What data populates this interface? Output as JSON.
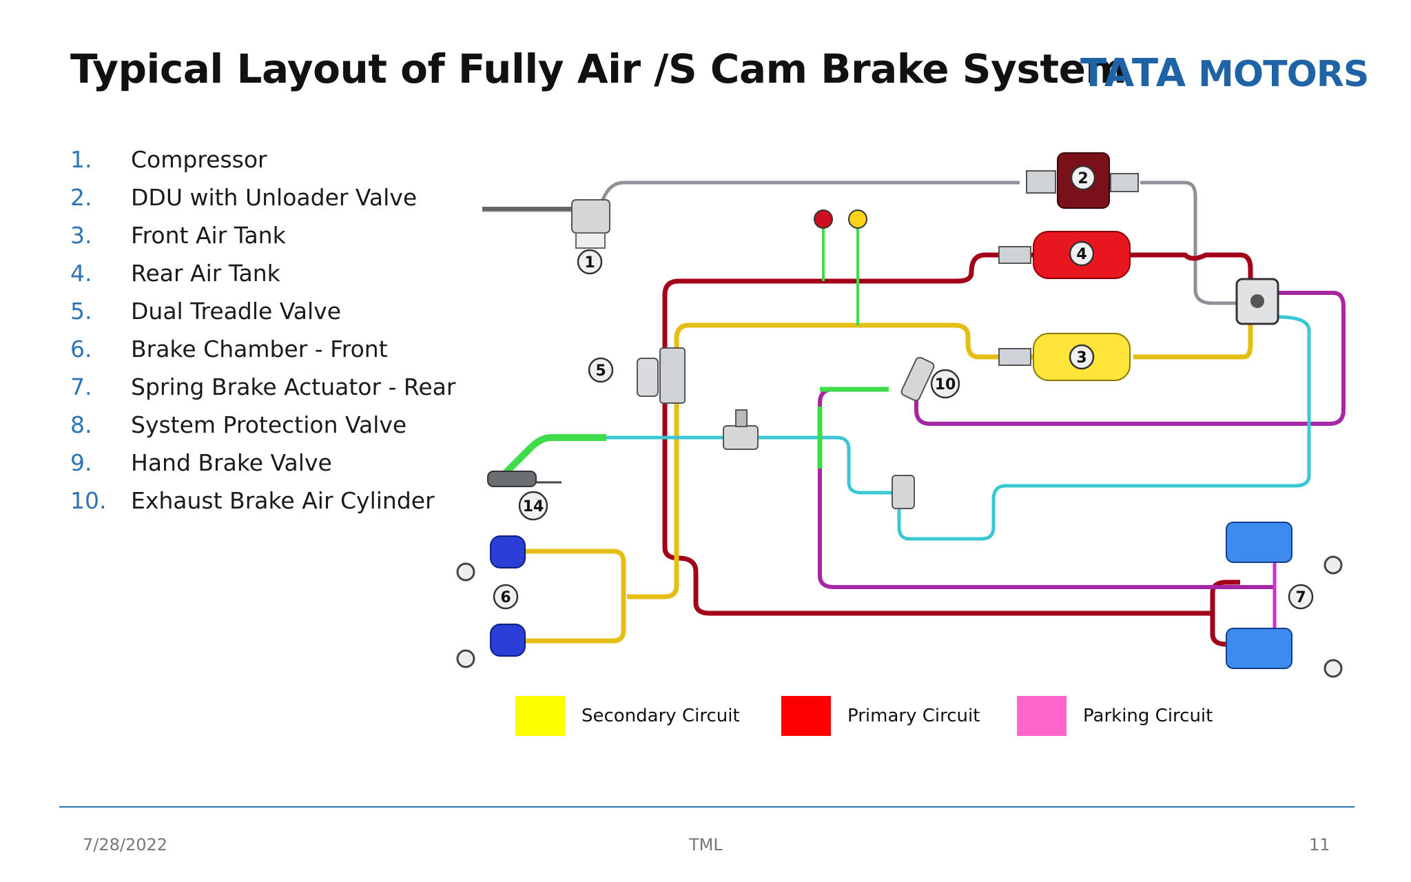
{
  "slide": {
    "title": "Typical Layout of Fully Air /S Cam Brake System",
    "logo_text_1": "TATA",
    "logo_text_2": " MOTORS"
  },
  "components": [
    {
      "num": "1.",
      "label": "Compressor"
    },
    {
      "num": "2.",
      "label": "DDU with Unloader Valve"
    },
    {
      "num": "3.",
      "label": "Front Air Tank"
    },
    {
      "num": "4.",
      "label": "Rear Air Tank"
    },
    {
      "num": "5.",
      "label": "Dual Treadle Valve"
    },
    {
      "num": "6.",
      "label": "Brake Chamber - Front"
    },
    {
      "num": "7.",
      "label": "Spring Brake Actuator - Rear"
    },
    {
      "num": "8.",
      "label": "System Protection Valve"
    },
    {
      "num": "9.",
      "label": "Hand Brake Valve"
    },
    {
      "num": "10.",
      "label": "Exhaust Brake Air Cylinder"
    }
  ],
  "diagram": {
    "badges": [
      "1",
      "2",
      "3",
      "4",
      "5",
      "6",
      "7",
      "10",
      "14"
    ],
    "colors": {
      "secondary": "#f2cc1a",
      "primary": "#b3001b",
      "parking": "#a626a4",
      "supply": "#9aa0a6",
      "hand_brake": "#38c7d4",
      "valve_green": "#3ddc48",
      "tank_red": "#e8161e",
      "tank_yellow": "#ffe43a",
      "chamber_blue": "#2a3fd6",
      "actuator_blue": "#3d8bef"
    }
  },
  "legend": [
    {
      "label": "Secondary Circuit",
      "color": "#ffff00"
    },
    {
      "label": "Primary Circuit",
      "color": "#ff0000"
    },
    {
      "label": "Parking Circuit",
      "color": "#ff66cc"
    }
  ],
  "footer": {
    "date": "7/28/2022",
    "center": "TML",
    "page": "11"
  }
}
